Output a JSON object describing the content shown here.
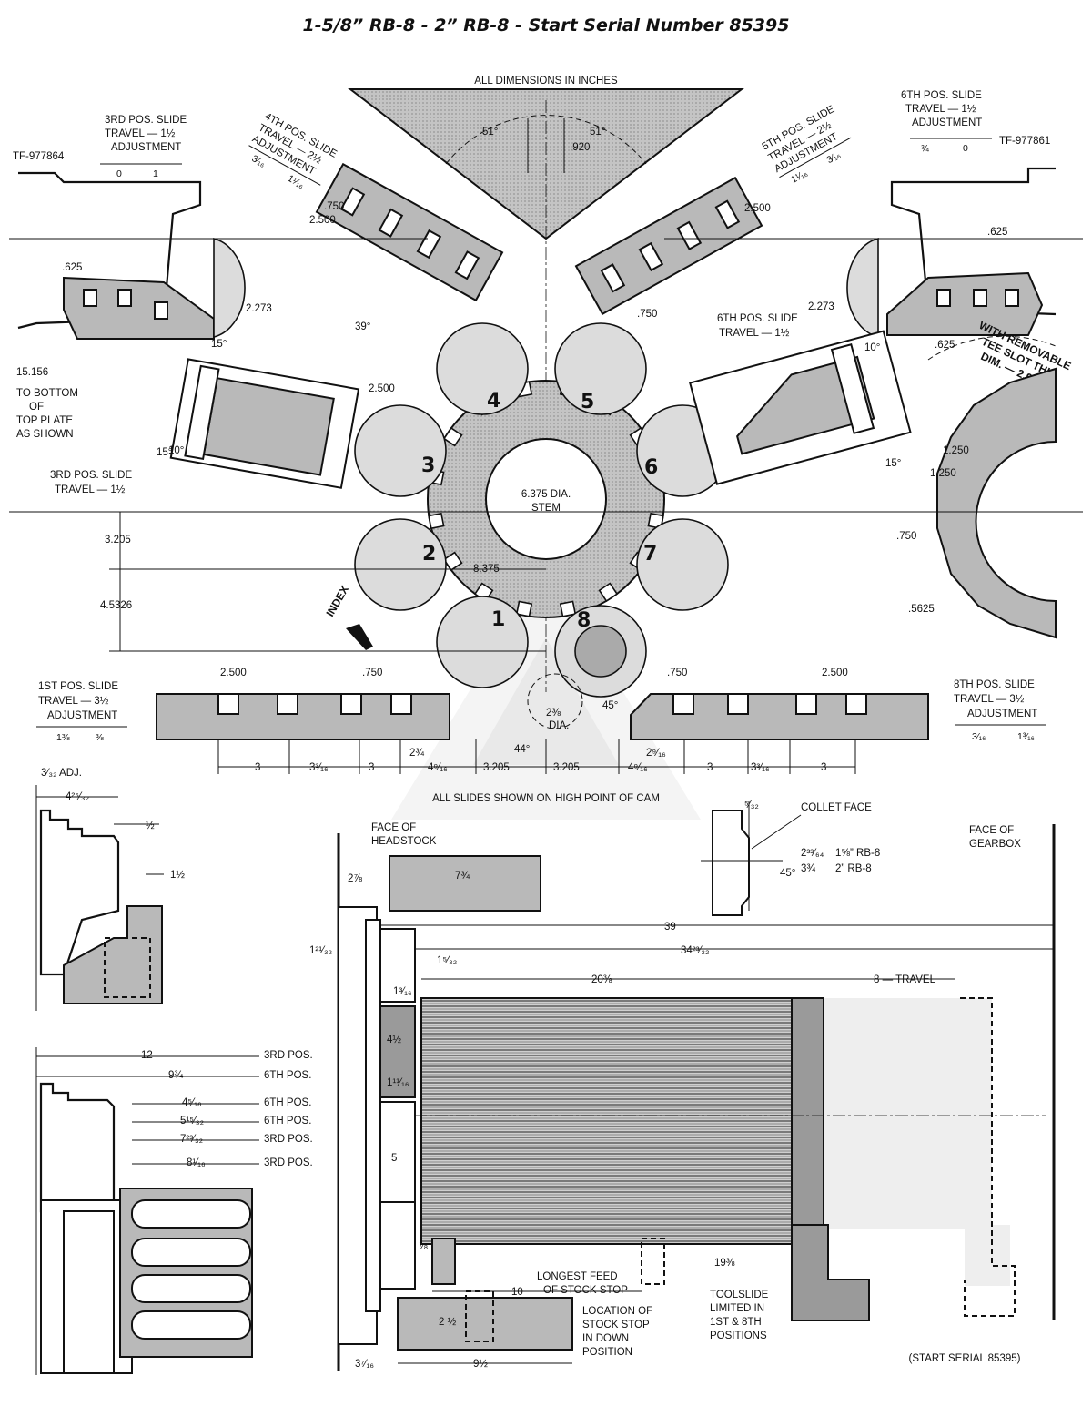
{
  "title": "1-5/8” RB-8 - 2” RB-8 - Start Serial Number 85395",
  "header_note": "ALL DIMENSIONS IN INCHES",
  "footer_note": "(START SERIAL 85395)",
  "cam_note": "ALL SLIDES SHOWN ON HIGH POINT OF CAM",
  "slides": {
    "pos3_top": {
      "l1": "3RD POS. SLIDE",
      "l2": "TRAVEL — 1½",
      "l3": "ADJUSTMENT",
      "a": "0",
      "b": "1",
      "tf": "TF-977864"
    },
    "pos4": {
      "l1": "4TH POS. SLIDE",
      "l2": "TRAVEL — 2½",
      "l3": "ADJUSTMENT",
      "a": "3⁄₁₆",
      "b": "1¹⁄₁₆"
    },
    "pos5": {
      "l1": "5TH POS. SLIDE",
      "l2": "TRAVEL — 2½",
      "l3": "ADJUSTMENT",
      "a": "1¹⁄₁₆",
      "b": "3⁄₁₆"
    },
    "pos6_top": {
      "l1": "6TH POS. SLIDE",
      "l2": "TRAVEL — 1½",
      "l3": "ADJUSTMENT",
      "a": "¾",
      "b": "0",
      "tf": "TF-977861"
    },
    "pos6_mid": {
      "l1": "6TH POS. SLIDE",
      "l2": "TRAVEL — 1½"
    },
    "pos3_mid": {
      "l1": "3RD POS. SLIDE",
      "l2": "TRAVEL — 1½"
    },
    "pos1": {
      "l1": "1ST POS. SLIDE",
      "l2": "TRAVEL — 3½",
      "l3": "ADJUSTMENT",
      "a": "1⅜",
      "b": "⅜"
    },
    "pos8": {
      "l1": "8TH POS. SLIDE",
      "l2": "TRAVEL — 3½",
      "l3": "ADJUSTMENT",
      "a": "3⁄₁₆",
      "b": "1³⁄₁₆"
    }
  },
  "spindle_numbers": [
    "1",
    "2",
    "3",
    "4",
    "5",
    "6",
    "7",
    "8"
  ],
  "labels": {
    "stem_l1": "6.375 DIA.",
    "stem_l2": "STEM",
    "pitch": "8.375",
    "index": "INDEX",
    "removable_l1": "WITH REMOVABLE",
    "removable_l2": "TEE SLOT THIS",
    "removable_l3": "DIM. — 2.9316",
    "bottom_l1": "15.156",
    "bottom_l2": "TO BOTTOM",
    "bottom_l3": "OF",
    "bottom_l4": "TOP PLATE",
    "bottom_l5": "AS SHOWN",
    "dia_l1": "2⅜",
    "dia_l2": "DIA.",
    "face_headstock_l1": "FACE OF",
    "face_headstock_l2": "HEADSTOCK",
    "face_gearbox_l1": "FACE OF",
    "face_gearbox_l2": "GEARBOX",
    "collet_face": "COLLET FACE",
    "rb8a": "1⅝”  RB-8",
    "rb8b": "2”  RB-8",
    "longest_l1": "LONGEST FEED",
    "longest_l2": "OF STOCK STOP",
    "location_l1": "LOCATION OF",
    "location_l2": "STOCK STOP",
    "location_l3": "IN DOWN",
    "location_l4": "POSITION",
    "toolslide_l1": "TOOLSLIDE",
    "toolslide_l2": "LIMITED IN",
    "toolslide_l3": "1ST & 8TH",
    "toolslide_l4": "POSITIONS",
    "adj": "3⁄₃₂ ADJ.",
    "travel8": "8 — TRAVEL"
  },
  "dims": {
    "d51a": "51°",
    "d51b": "51°",
    "d920": ".920",
    "d39": "39°",
    "d2500a": "2.500",
    "d2500b": "2.500",
    "d2500c": "2.500",
    "d2500d": "2.500",
    "d2500e": "2.500",
    "d750a": ".750",
    "d750b": ".750",
    "d750c": ".750",
    "d750d": ".750",
    "d750e": ".750",
    "d625a": ".625",
    "d625b": ".625",
    "d625c": ".625",
    "d2273a": "2.273",
    "d2273b": "2.273",
    "d15a": "15°",
    "d15b": "15°",
    "d15c": "15°",
    "d10a": "10°",
    "d10b": "10°",
    "d1250a": "1.250",
    "d1250b": "1.250",
    "d5625": ".5625",
    "d3205": "3.205",
    "d4532": "4.5326",
    "d3205b": "3.205",
    "d3205c": "3.205",
    "d44": "44°",
    "d45a": "45°",
    "d45b": "45°",
    "b1": "3",
    "b2": "3³⁄₁₆",
    "b3": "3",
    "b4": "4⁹⁄₁₆",
    "b5": "4⁹⁄₁₆",
    "b6": "3",
    "b7": "3³⁄₁₆",
    "b8": "3",
    "b9": "2¾",
    "b10": "2⁹⁄₁₆",
    "c39": "39",
    "c3423": "34²³⁄₃₂",
    "c2038": "20⅜",
    "c1938": "19⅜",
    "c10": "10",
    "c912": "9½",
    "c3716": "3⁷⁄₁₆",
    "c212": "2 ½",
    "c734": "7¾",
    "c278": "2⅞",
    "c1232": "1²¹⁄₃₂",
    "c1532": "1⁵⁄₃₂",
    "c1316": "1³⁄₁₆",
    "c412": "4½",
    "c11116": "1¹¹⁄₁₆",
    "c5": "5",
    "c78": "⅞",
    "c2364": "2³³⁄₆₄",
    "c334": "3¾",
    "c532": "⁵⁄₃₂",
    "l42532": "4²⁵⁄₃₂",
    "lhalf": "½",
    "l112": "1½",
    "r12": "12",
    "r934": "9¾",
    "r4516": "4⁵⁄₁₆",
    "r5532": "5¹⁵⁄₃₂",
    "r72332": "7²³⁄₃₂",
    "r8116": "8¹⁄₁₆",
    "p3rd": "3RD POS.",
    "p6th": "6TH POS.",
    "p6th2": "6TH POS.",
    "p6th3": "6TH POS.",
    "p3rd2": "3RD POS.",
    "p3rd3": "3RD POS."
  }
}
